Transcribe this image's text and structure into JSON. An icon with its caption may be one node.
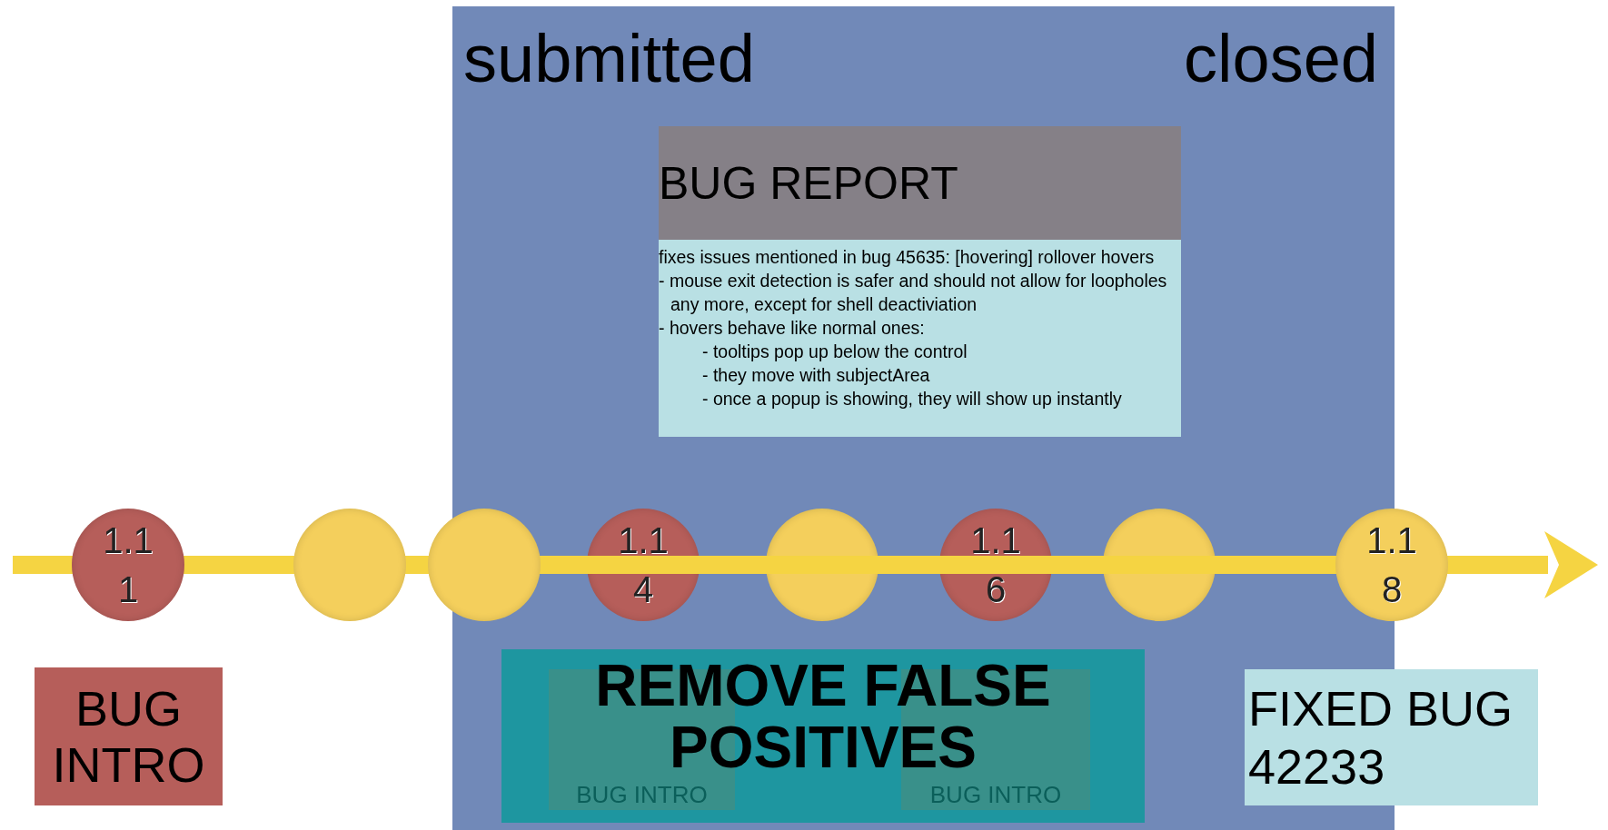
{
  "diagram": {
    "nodes": [
      {
        "text": [
          "submitted",
          "closed"
        ]
      },
      {
        "text": [
          "BUG REPORT",
          "fixes issues mentioned in bug 45635: [hovering] rollover hovers",
          "- mouse exit detection is safer and should not allow for loopholes any more, except for shell deactiviation",
          "- hovers behave like normal ones:",
          "- tooltips pop up below the control",
          "- they move with subjectArea",
          "- once a popup is showing, they will show up instantly"
        ],
        "in": 0
      },
      {
        "text": [
          "1.1 1"
        ]
      },
      {
        "text": [],
        "shape": "circle"
      },
      {
        "text": [],
        "shape": "circle"
      },
      {
        "text": [
          "1.1 4"
        ],
        "in": 0
      },
      {
        "text": [],
        "shape": "circle",
        "in": 0
      },
      {
        "text": [
          "1.1 6"
        ],
        "in": 0
      },
      {
        "text": [],
        "shape": "circle",
        "in": 0
      },
      {
        "text": [
          "1.1 8"
        ]
      },
      {
        "text": [
          "BUG INTRO"
        ]
      },
      {
        "text": [
          "REMOVE FALSE POSITIVES"
        ],
        "in": 0
      },
      {
        "text": [
          "BUG INTRO"
        ],
        "in": 11
      },
      {
        "text": [
          "BUG INTRO"
        ],
        "in": 11
      },
      {
        "text": [
          "FIXED BUG 42233"
        ]
      }
    ]
  }
}
